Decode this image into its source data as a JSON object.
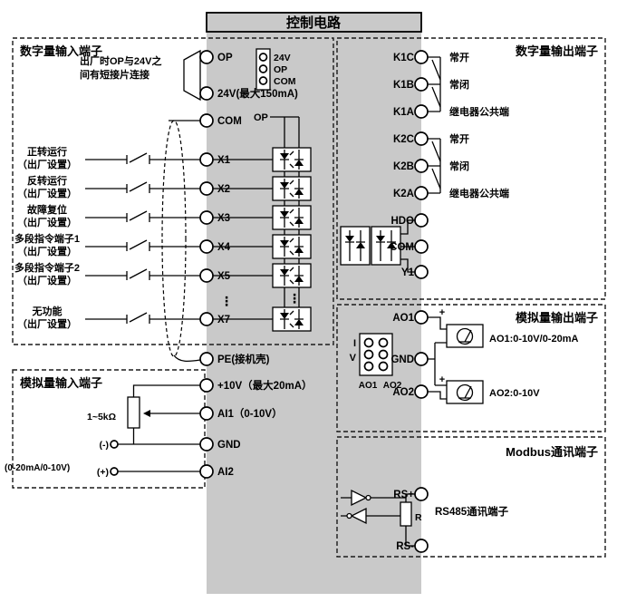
{
  "title": "控制电路",
  "digital_input": {
    "header": "数字量输入端子",
    "note1": "出厂时OP与24V之",
    "note2": "间有短接片连接",
    "jumper_labels": [
      "24V",
      "OP",
      "COM"
    ],
    "op_bus": "OP",
    "dots": "⋮",
    "terminals": [
      "OP",
      "24V(最大150mA)",
      "COM",
      "X1",
      "X2",
      "X3",
      "X4",
      "X5",
      "X7"
    ],
    "pe": "PE(接机壳)",
    "functions": [
      {
        "name": "正转运行",
        "sub": "（出厂设置）"
      },
      {
        "name": "反转运行",
        "sub": "（出厂设置）"
      },
      {
        "name": "故障复位",
        "sub": "（出厂设置）"
      },
      {
        "name": "多段指令端子1",
        "sub": "（出厂设置）"
      },
      {
        "name": "多段指令端子2",
        "sub": "（出厂设置）"
      },
      {
        "name": "无功能",
        "sub": "（出厂设置）"
      }
    ]
  },
  "analog_input": {
    "header": "模拟量输入端子",
    "pot": "1~5kΩ",
    "terminals": [
      "+10V（最大20mA）",
      "AI1（0-10V）",
      "GND",
      "AI2"
    ],
    "minus": "(-)",
    "plus": "(+)",
    "range": "(0-20mA/0-10V)"
  },
  "digital_output": {
    "header": "数字量输出端子",
    "relays": [
      {
        "terminal": "K1C",
        "label": "常开"
      },
      {
        "terminal": "K1B",
        "label": "常闭"
      },
      {
        "terminal": "K1A",
        "label": "继电器公共端"
      },
      {
        "terminal": "K2C",
        "label": "常开"
      },
      {
        "terminal": "K2B",
        "label": "常闭"
      },
      {
        "terminal": "K2A",
        "label": "继电器公共端"
      }
    ],
    "other": [
      "HDO",
      "COM",
      "Y1"
    ]
  },
  "analog_output": {
    "header": "模拟量输出端子",
    "jumper_side": [
      "I",
      "V"
    ],
    "jumper_bottom": [
      "AO1",
      "AO2"
    ],
    "terminals": [
      "AO1",
      "GND",
      "AO2"
    ],
    "plus": "+",
    "ao1_spec": "AO1:0-10V/0-20mA",
    "ao2_spec": "AO2:0-10V"
  },
  "modbus": {
    "header": "Modbus通讯端子",
    "terminals": [
      "RS+",
      "RS-"
    ],
    "resistor": "R",
    "label": "RS485通讯端子"
  }
}
